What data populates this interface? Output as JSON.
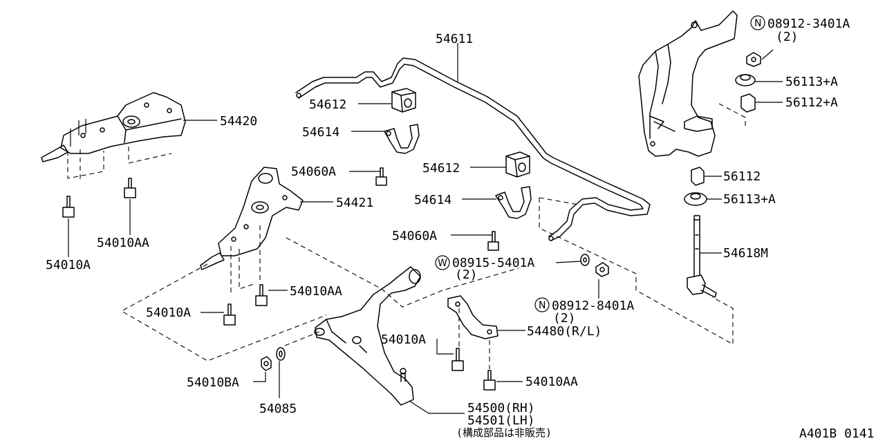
{
  "labels": {
    "p54611": "54611",
    "p54612a": "54612",
    "p54612b": "54612",
    "p54614a": "54614",
    "p54614b": "54614",
    "p54060a1": "54060A",
    "p54060a2": "54060A",
    "p54420": "54420",
    "p54421": "54421",
    "p54010a_1": "54010A",
    "p54010aa_1": "54010AA",
    "p54010a_2": "54010A",
    "p54010aa_2": "54010AA",
    "p54010a_3": "54010A",
    "p54010aa_3": "54010AA",
    "p54010ba": "54010BA",
    "p54085": "54085",
    "p54480": "54480(R/L)",
    "p54500": "54500(RH)",
    "p54501": "54501(LH)",
    "note_jp": "(構成部品は非販売)",
    "n08912_3401": "08912-3401A",
    "n08912_3401_qty": "(2)",
    "p56113a_top": "56113+A",
    "p56112a": "56112+A",
    "p56112": "56112",
    "p56113a_bot": "56113+A",
    "p54618m": "54618M",
    "w08915_5401": "08915-5401A",
    "w08915_5401_qty": "(2)",
    "n08912_8401": "08912-8401A",
    "n08912_8401_qty": "(2)",
    "figure_code": "A401B 0141"
  },
  "symbols": {
    "nut_symbol": "N",
    "washer_symbol": "W"
  }
}
